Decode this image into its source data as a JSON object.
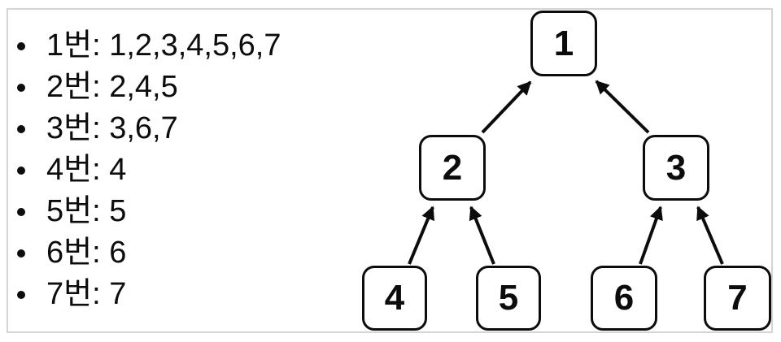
{
  "list": {
    "items": [
      "1번: 1,2,3,4,5,6,7",
      "2번: 2,4,5",
      "3번: 3,6,7",
      "4번: 4",
      "5번: 5",
      "6번: 6",
      "7번: 7"
    ]
  },
  "tree": {
    "nodes": [
      {
        "id": "1",
        "label": "1"
      },
      {
        "id": "2",
        "label": "2"
      },
      {
        "id": "3",
        "label": "3"
      },
      {
        "id": "4",
        "label": "4"
      },
      {
        "id": "5",
        "label": "5"
      },
      {
        "id": "6",
        "label": "6"
      },
      {
        "id": "7",
        "label": "7"
      }
    ],
    "edges": [
      {
        "from": "2",
        "to": "1"
      },
      {
        "from": "3",
        "to": "1"
      },
      {
        "from": "4",
        "to": "2"
      },
      {
        "from": "5",
        "to": "2"
      },
      {
        "from": "6",
        "to": "3"
      },
      {
        "from": "7",
        "to": "3"
      }
    ]
  },
  "colors": {
    "background": "#ffffff",
    "frame_border": "#d4d4d4",
    "node_border": "#0c0c0c",
    "arrow": "#0c0c0c",
    "text": "#0d0d0d"
  }
}
